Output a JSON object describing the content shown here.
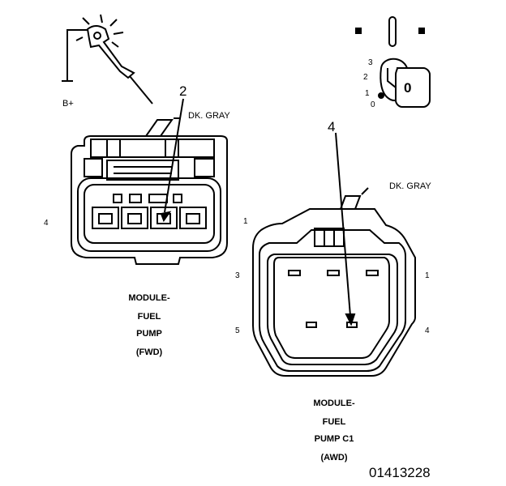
{
  "test_light": {
    "supply_label": "B+"
  },
  "ignition": {
    "positions": [
      "3",
      "2",
      "1",
      "0"
    ],
    "key_label": "0"
  },
  "connector_fwd": {
    "callout_number": "2",
    "wire_color": "DK. GRAY",
    "pin_left": "4",
    "pin_right": "1",
    "title_lines": [
      "MODULE-",
      "FUEL",
      "PUMP",
      "(FWD)"
    ]
  },
  "connector_awd": {
    "callout_number": "4",
    "wire_color": "DK. GRAY",
    "pin_top_left": "3",
    "pin_top_right": "1",
    "pin_bottom_left": "5",
    "pin_bottom_right": "4",
    "title_lines": [
      "MODULE-",
      "FUEL",
      "PUMP C1",
      "(AWD)"
    ]
  },
  "figure_number": "01413228"
}
